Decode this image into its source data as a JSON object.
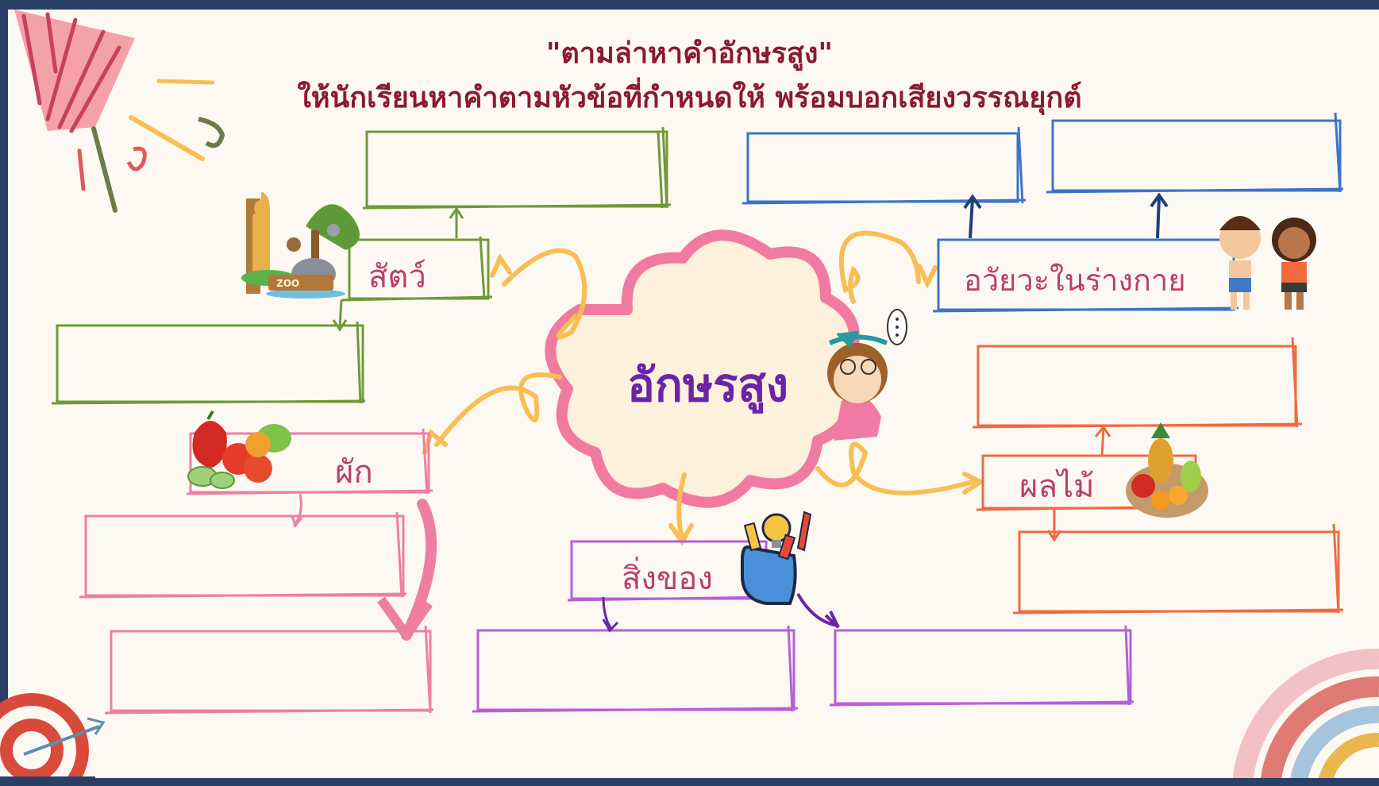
{
  "title_line1": "\"ตามล่าหาคำอักษรสูง\"",
  "title_line2": "ให้นักเรียนหาคำตามหัวข้อที่กำหนดให้ พร้อมบอกเสียงวรรณยุกต์",
  "center_word": "อักษรสูง",
  "categories": {
    "animals": "สัตว์",
    "vegetables": "ผัก",
    "things": "สิ่งของ",
    "body_parts": "อวัยวะในร่างกาย",
    "fruits": "ผลไม้"
  },
  "zoo_sign": "ZOO",
  "colors": {
    "title": "#8c1a2e",
    "center_text": "#6a24a8",
    "cloud_outline": "#f07aa0",
    "animals": "#6f9a3a",
    "vegetables": "#ee7fa2",
    "things": "#b65fd6",
    "body_parts": "#3b74c7",
    "fruits": "#f06a43",
    "arrows_yellow": "#f8be55"
  }
}
